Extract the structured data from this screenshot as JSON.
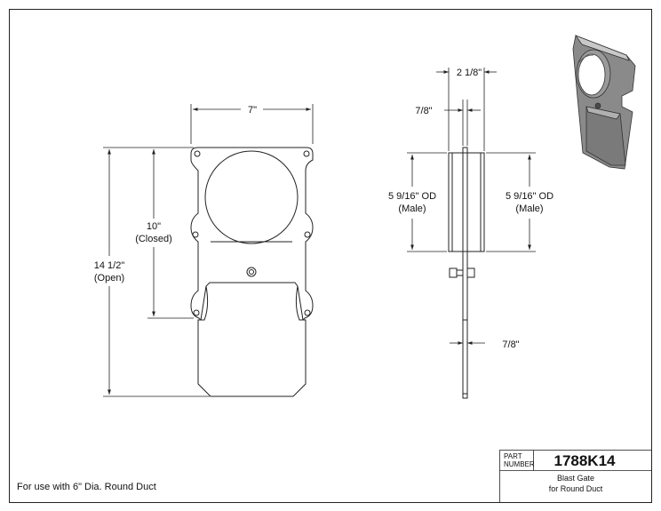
{
  "dimensions": {
    "front_width": "7\"",
    "height_closed_value": "10\"",
    "height_closed_note": "(Closed)",
    "height_open_value": "14 1/2\"",
    "height_open_note": "(Open)",
    "side_total_width": "2 1/8\"",
    "side_upper_thickness": "7/8\"",
    "od_left_value": "5 9/16\" OD",
    "od_left_note": "(Male)",
    "od_right_value": "5 9/16\" OD",
    "od_right_note": "(Male)",
    "side_lower_thickness": "7/8\""
  },
  "footer_note": "For use with 6\" Dia. Round Duct",
  "title_block": {
    "part_label_line1": "PART",
    "part_label_line2": "NUMBER",
    "part_number": "1788K14",
    "description_line1": "Blast Gate",
    "description_line2": "for Round Duct"
  },
  "colors": {
    "line": "#222222",
    "render_body": "#8a8a8a",
    "render_dark": "#4a4a4a",
    "render_light": "#c8c8c8"
  }
}
